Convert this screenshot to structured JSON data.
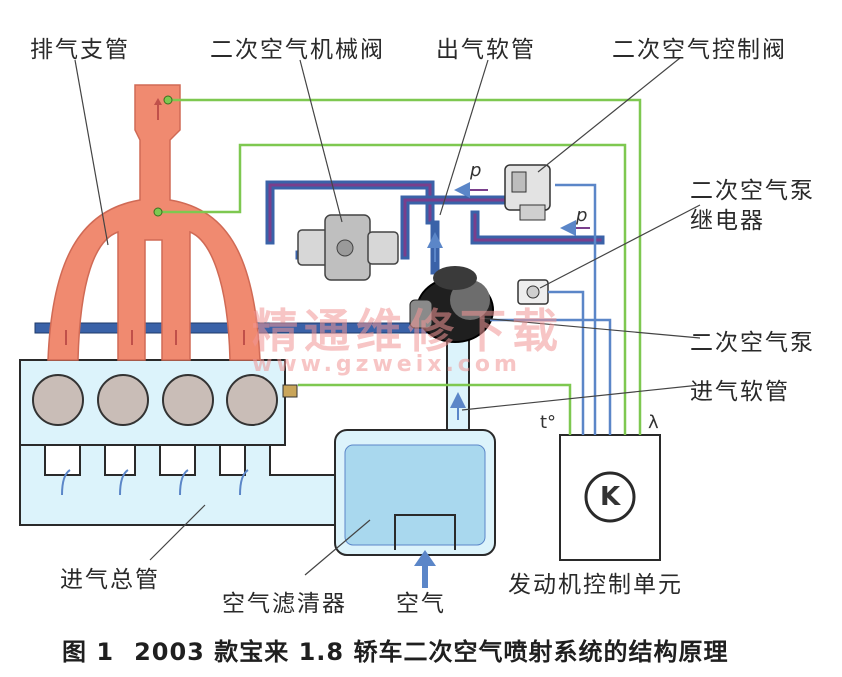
{
  "labels": {
    "exhaust_manifold": "排气支管",
    "mech_valve": "二次空气机械阀",
    "outlet_hose": "出气软管",
    "control_valve": "二次空气控制阀",
    "pump_relay": "二次空气泵\n继电器",
    "pump": "二次空气泵",
    "intake_hose": "进气软管",
    "intake_manifold": "进气总管",
    "air_filter": "空气滤清器",
    "air": "空气",
    "ecu": "发动机控制单元",
    "pressure_p1": "p",
    "pressure_p2": "p",
    "temp_sensor": "t°",
    "lambda": "λ",
    "ecu_symbol": "K"
  },
  "caption": {
    "figure_no": "图 1",
    "text": "2003 款宝来 1.8 轿车二次空气喷射系统的结构原理"
  },
  "watermark": {
    "cn": "精通维修下载",
    "url": "www.gzweix.com"
  },
  "colors": {
    "exhaust": "#f08a70",
    "intake": "#dcf3fb",
    "intake_border": "#2a2a2a",
    "hose_blue": "#3a62a8",
    "hose_purple": "#7a3f8c",
    "signal_green": "#7ec850",
    "signal_blue": "#5b86c8"
  }
}
